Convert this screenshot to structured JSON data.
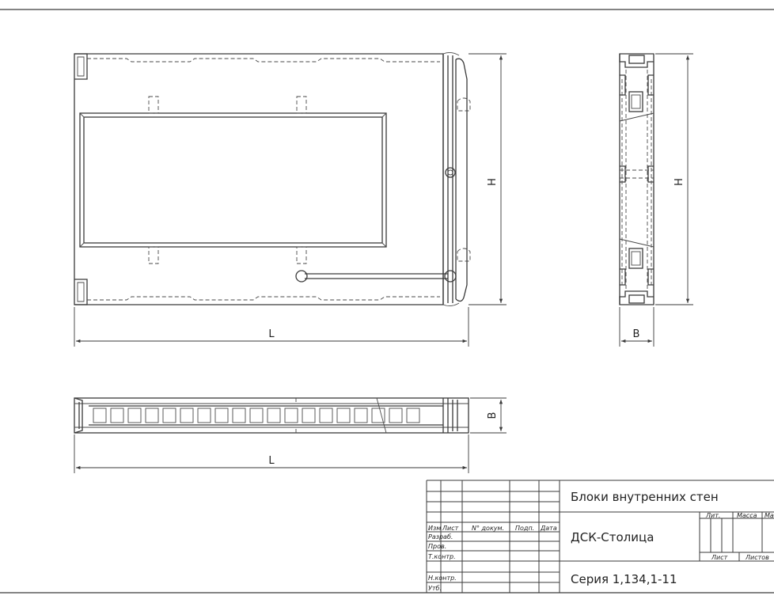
{
  "dimensions": {
    "front_length": "L",
    "front_height": "H",
    "side_height": "H",
    "side_width": "B",
    "plan_width": "B",
    "plan_length": "L"
  },
  "title_block": {
    "title": "Блоки внутренних стен",
    "organization": "ДСК-Столица",
    "series": "Серия 1,134,1-11",
    "header_cols": [
      "Изм",
      "Лист",
      "N° докум.",
      "Подп.",
      "Дата"
    ],
    "rows": [
      "Разраб.",
      "Пров.",
      "Т.контр.",
      "Н.контр.",
      "Утб."
    ],
    "stage_labels": [
      "Лит.",
      "Масса",
      "Ма"
    ],
    "sheet_labels": [
      "Лист",
      "Листов"
    ]
  }
}
